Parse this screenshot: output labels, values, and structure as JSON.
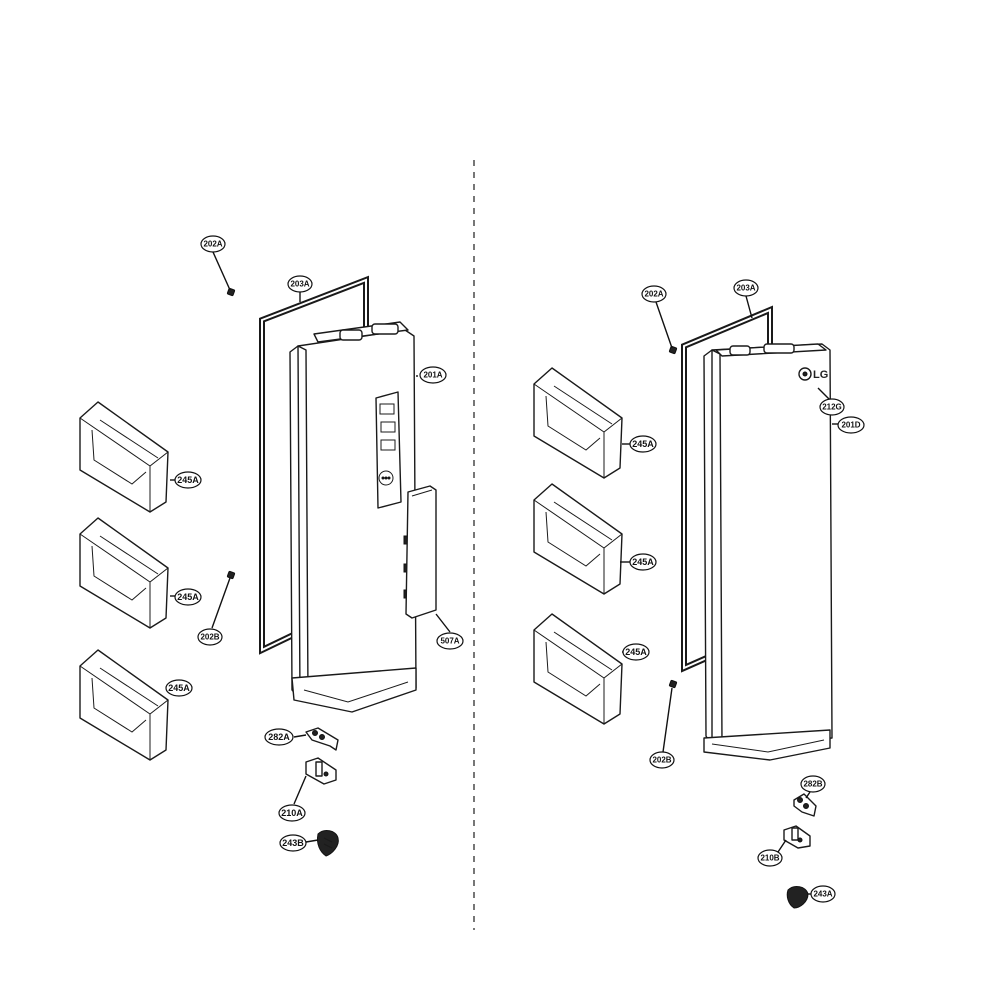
{
  "diagram": {
    "left_door": {
      "callouts": {
        "cap_top": "202A",
        "gasket": "203A",
        "door": "201A",
        "cap_bottom": "202B",
        "cover": "507A",
        "basket_1": "245A",
        "basket_2": "245A",
        "basket_3": "245A",
        "hinge_bracket": "282A",
        "hinge": "210A",
        "stopper": "243B"
      }
    },
    "right_door": {
      "callouts": {
        "cap_top": "202A",
        "gasket": "203A",
        "logo": "212G",
        "door": "201D",
        "cap_bottom": "202B",
        "basket_1": "245A",
        "basket_2": "245A",
        "basket_3": "245A",
        "hinge_bracket": "282B",
        "hinge": "210B",
        "stopper": "243A"
      },
      "logo_text": "LG"
    }
  }
}
